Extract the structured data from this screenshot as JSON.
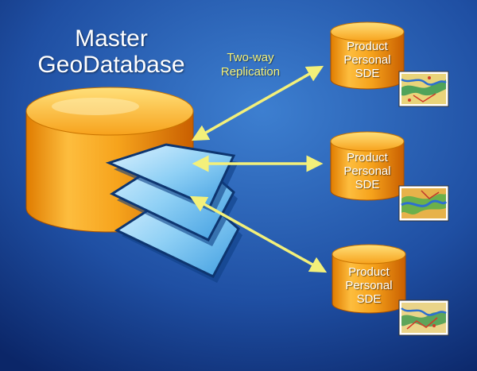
{
  "master": {
    "line1": "Master",
    "line2": "GeoDatabase"
  },
  "replication_label": {
    "line1": "Two-way",
    "line2": "Replication"
  },
  "products": [
    {
      "line1": "Product",
      "line2": "Personal",
      "line3": "SDE"
    },
    {
      "line1": "Product",
      "line2": "Personal",
      "line3": "SDE"
    },
    {
      "line1": "Product",
      "line2": "Personal",
      "line3": "SDE"
    }
  ],
  "colors": {
    "background_top": "#2d63b8",
    "background_bottom": "#0d2b6e",
    "database_orange": "#f7a21c",
    "arrow_yellow": "#f3f07a",
    "layer_blue": "#8fd0f5"
  }
}
